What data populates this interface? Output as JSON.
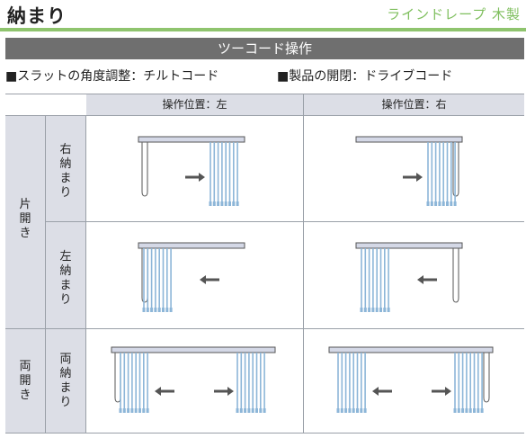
{
  "header": {
    "title": "納まり",
    "subtitle": "ラインドレープ 木製"
  },
  "band": {
    "label": "ツーコード操作"
  },
  "specs": {
    "left": "■スラットの角度調整：チルトコード",
    "right": "■製品の開閉：ドライブコード"
  },
  "table": {
    "columns": [
      "操作位置：左",
      "操作位置：右"
    ],
    "groups": [
      {
        "label": "片開き",
        "rows": [
          "右納まり",
          "左納まり"
        ]
      },
      {
        "label": "両開き",
        "rows": [
          "両納まり"
        ]
      }
    ]
  },
  "colors": {
    "accent_green": "#7fbf5e",
    "band_gray": "#6f6f6f",
    "header_fill": "#dcdee6",
    "slat_blue": "#8db6d8",
    "rail_fill": "#d4d8e6",
    "arrow_gray": "#555555"
  },
  "diagrams": [
    {
      "row": "右納まり",
      "column": "操作位置：左",
      "stack": "right",
      "cord": "left",
      "arrow": "right"
    },
    {
      "row": "右納まり",
      "column": "操作位置：右",
      "stack": "right",
      "cord": "right",
      "arrow": "right"
    },
    {
      "row": "左納まり",
      "column": "操作位置：左",
      "stack": "left",
      "cord": "left",
      "arrow": "left"
    },
    {
      "row": "左納まり",
      "column": "操作位置：右",
      "stack": "left",
      "cord": "right",
      "arrow": "left"
    },
    {
      "row": "両納まり",
      "column": "操作位置：左",
      "stack": "both",
      "cord": "left",
      "arrow": "both"
    },
    {
      "row": "両納まり",
      "column": "操作位置：右",
      "stack": "both",
      "cord": "right",
      "arrow": "both"
    }
  ]
}
